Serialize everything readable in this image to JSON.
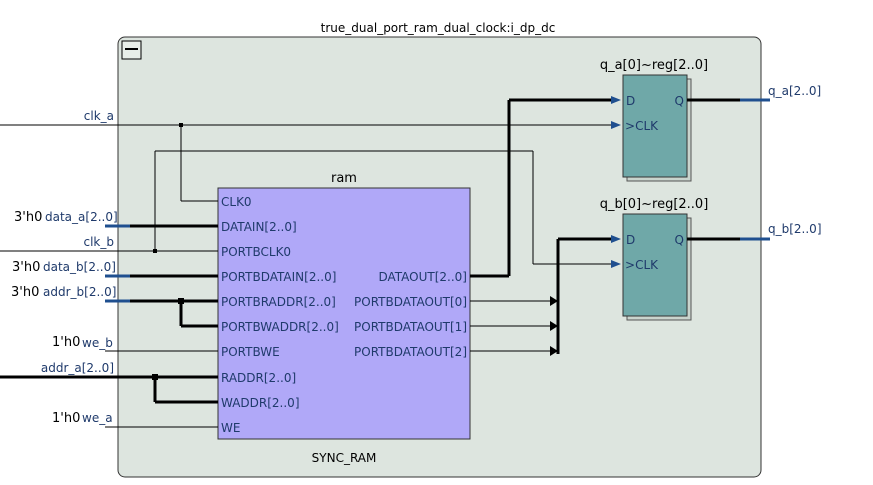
{
  "container": {
    "title": "true_dual_port_ram_dual_clock:i_dp_dc",
    "collapse_symbol": "—"
  },
  "ram": {
    "name": "ram",
    "type_label": "SYNC_RAM",
    "ports_left": [
      "CLK0",
      "DATAIN[2..0]",
      "PORTBCLK0",
      "PORTBDATAIN[2..0]",
      "PORTBRADDR[2..0]",
      "PORTBWADDR[2..0]",
      "PORTBWE",
      "RADDR[2..0]",
      "WADDR[2..0]",
      "WE"
    ],
    "ports_right": [
      "DATAOUT[2..0]",
      "PORTBDATAOUT[0]",
      "PORTBDATAOUT[1]",
      "PORTBDATAOUT[2]"
    ]
  },
  "reg_a": {
    "name": "q_a[0]~reg[2..0]",
    "d": "D",
    "q": "Q",
    "clk": "CLK"
  },
  "reg_b": {
    "name": "q_b[0]~reg[2..0]",
    "d": "D",
    "q": "Q",
    "clk": "CLK"
  },
  "signals": {
    "clk_a": "clk_a",
    "clk_b": "clk_b",
    "data_a": "data_a[2..0]",
    "data_b": "data_b[2..0]",
    "addr_b": "addr_b[2..0]",
    "we_b": "we_b",
    "addr_a": "addr_a[2..0]",
    "we_a": "we_a",
    "q_a": "q_a[2..0]",
    "q_b": "q_b[2..0]"
  },
  "constants": {
    "data_a": "3'h0",
    "data_b": "3'h0",
    "addr_b": "3'h0",
    "we_b": "1'h0",
    "we_a": "1'h0"
  },
  "colors": {
    "container_fill": "#dde5df",
    "ram_fill": "#b0a8f8",
    "reg_fill": "#6fa8a8",
    "wire_blue": "#1f4f8f"
  }
}
